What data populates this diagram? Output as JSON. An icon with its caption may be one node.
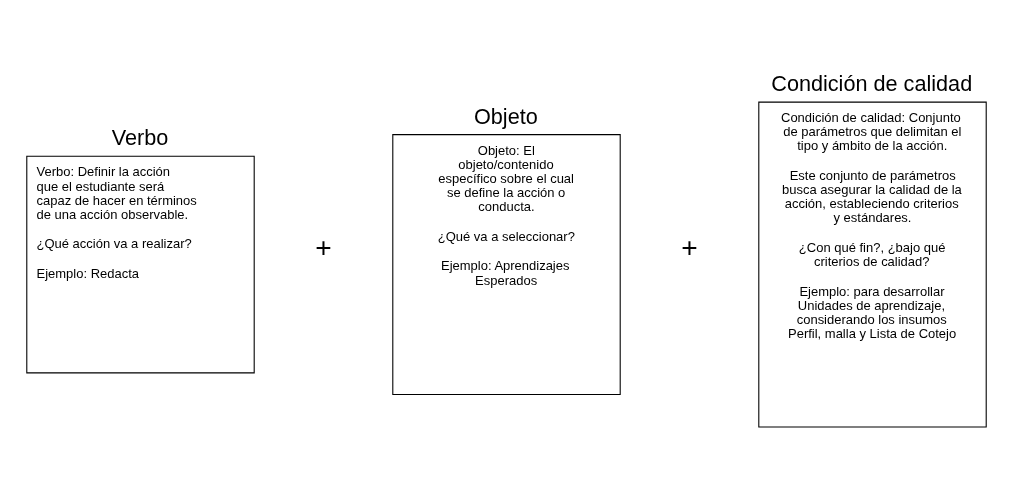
{
  "diagram": {
    "nodes": [
      {
        "text": [
          "Verbo",
          "Verbo: Definir la acción que el estudiante será capaz de hacer en términos de una acción observable.",
          "¿Qué acción va a realizar?",
          "Ejemplo: Redacta"
        ]
      },
      {
        "text": [
          "Objeto",
          "Objeto: El objeto/contenido específico sobre el cual se define la acción o conducta.",
          "¿Qué va a seleccionar?",
          "Ejemplo: Aprendizajes Esperados"
        ]
      },
      {
        "text": [
          "Condición de calidad",
          "Condición de calidad: Conjunto de parámetros que delimitan el tipo y ámbito de la acción.",
          "Este conjunto de parámetros busca asegurar la calidad de la acción, estableciendo criterios y estándares.",
          "¿Con qué fin?, ¿bajo qué criterios de calidad?",
          "Ejemplo: para desarrollar Unidades de aprendizaje, considerando los insumos Perfil, malla y Lista de Cotejo"
        ]
      }
    ],
    "edges": [],
    "labels": [
      "+",
      "+"
    ]
  }
}
